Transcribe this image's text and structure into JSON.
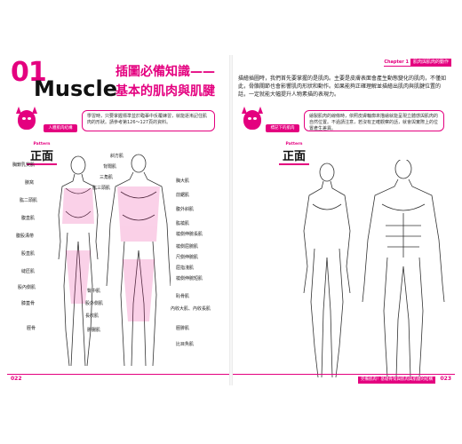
{
  "left_page": {
    "chapter_number": "01",
    "chapter_word": "Muscle",
    "title_line1": "插圖必備知識——",
    "title_line2": "基本的肌肉與肌腱",
    "callout_text": "學習時，只要掌握標準並於臨摹中反覆練習，就能逐漸記住肌肉的形狀。請參考第126～127頁的資料。",
    "callout_tag": "人體肌肉結構",
    "pattern_small": "Pattern",
    "pattern_big": "正面",
    "labels_left": [
      "胸鎖乳突肌",
      "腋窩",
      "肱二頭肌",
      "腹直肌",
      "腹股溝帶",
      "股直肌",
      "縫匠肌",
      "股內側肌",
      "膝蓋骨",
      "脛骨"
    ],
    "labels_center": [
      "斜方肌",
      "背闊肌",
      "三角肌",
      "肱三頭肌",
      "臀中肌",
      "股外側肌",
      "長收肌",
      "腓腸肌"
    ],
    "labels_right": [
      "胸大肌",
      "前鋸肌",
      "腹外斜肌",
      "肱橈肌",
      "橈側伸腕長肌",
      "橈側屈腕肌",
      "尺側伸腕肌",
      "屈指淺肌",
      "橈側伸腕短肌",
      "恥骨肌",
      "內收大肌、內收長肌",
      "脛腓肌",
      "比目魚肌"
    ],
    "page_number": "022"
  },
  "right_page": {
    "header_chapter": "Chapter 1",
    "header_name": "肌肉與肌肉的動作",
    "intro": "描繪插圖時，我們首先要掌握的是肌肉。主要是皮膚表面會產生動態變化的肌肉，不僅如此，骨骼關節也會影響肌肉形狀和動作。如果能夠正確理解並描繪出肌肉與肌腱位置的話，一定就能大幅提升人物素描的表現力。",
    "callout_text": "繪製肌肉的線條時，依照皮膚輪廓來描繪就能呈現立體感與肌肉的自然位置。不過請注意，若沒有正確觀察的話，就會與實際上的位置產生差異。",
    "callout_tag": "標記下的肌肉",
    "pattern_small": "Pattern",
    "pattern_big": "正面",
    "footer_tag": "完備肌肉！基礎骨架與肌肉與肌腱的結構",
    "page_number": "023"
  },
  "colors": {
    "accent": "#e4007f"
  }
}
